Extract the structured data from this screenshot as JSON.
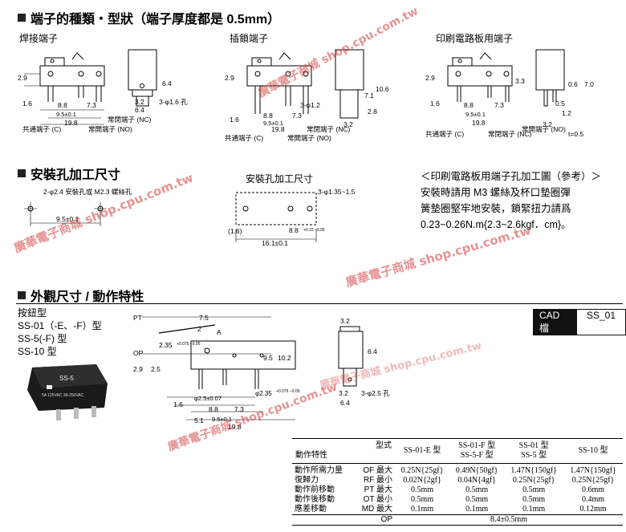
{
  "section1": {
    "title": "端子的種類・型狀（端子厚度都是 0.5mm）",
    "solder": {
      "label": "焊接端子",
      "d": {
        "a": "2.9",
        "b": "1.6",
        "c": "8.8",
        "d": "7.3",
        "e": "9.5±0.1",
        "f": "19.8",
        "g": "6.4",
        "h": "3.2",
        "i": "3-φ1.6 孔"
      },
      "com": "共通端子 (C)",
      "nc": "常閉端子 (NC)",
      "no": "常開端子 (NO)"
    },
    "quick": {
      "label": "插鎖端子",
      "d": {
        "a": "2.9",
        "b": "1.6",
        "c": "8.8",
        "d": "7.3",
        "e": "9.5±0.1",
        "f": "19.8",
        "g": "10.6",
        "h": "7.1",
        "i": "3-φ1.2",
        "j": "2.8",
        "k": "3.2"
      },
      "com": "共通端子 (C)",
      "nc": "常閉端子 (NC)",
      "no": "常開端子 (NO)"
    },
    "pcb": {
      "label": "印刷電路板用端子",
      "d": {
        "a": "2.9",
        "b": "1.6",
        "c": "8.8",
        "d": "7.3",
        "e": "9.5±0.1",
        "f": "19.8",
        "g": "3.3",
        "h": "0.6",
        "i": "7.0",
        "j": "0.5",
        "k": "1.2",
        "l": "3.2",
        "m": "t=0.5"
      },
      "com": "共通端子 (C)",
      "nc": "常閉端子 (NC)",
      "no": "常開端子 (NO)"
    }
  },
  "section2": {
    "title": "安裝孔加工尺寸",
    "left": {
      "hole": "2-φ2.4 安裝孔或 M2.3 螺絲孔",
      "pitch": "9.5±0.1"
    },
    "center": {
      "title": "安裝孔加工尺寸",
      "hole": "3-φ1.35~1.5",
      "a": "(1.6)",
      "b": "8.8",
      "btol": "+0.15 −0.05",
      "c": "16.1±0.1"
    },
    "right": {
      "title": "＜印刷電路板用端子孔加工圖（參考）＞",
      "lines": [
        "安裝時請用 M3 螺絲及杯口墊圈彈",
        "簧墊圈堅牢地安裝，鎖緊扭力請爲",
        "0.23~0.26N.m{2.3~2.6kgf．cm}。"
      ]
    }
  },
  "section3": {
    "title": "外觀尺寸 / 動作特性",
    "cad": {
      "key": "CAD 檔",
      "value": "SS_01"
    },
    "models": {
      "head": "按鈕型",
      "items": [
        "SS-01（-E、-F）型",
        "SS-5(-F) 型",
        "SS-10 型"
      ]
    },
    "photo": {
      "top": "SS-5",
      "line": "5A 125VAC  3A 250VAC"
    },
    "dims": {
      "pt": "PT",
      "op": "OP",
      "a": "7.5",
      "b": "2",
      "arrow": "A",
      "c": "2.35",
      "ctol": "+0.075 −0.05",
      "d": "2.9",
      "e": "2.5",
      "f": "9.5",
      "g": "10.2",
      "h": "φ2.5±0.07",
      "i": "φ2.35",
      "itol": "+0.075 −0.05",
      "j": "1.6",
      "k": "8.8",
      "l": "7.3",
      "m": "5.1",
      "n": "9.5±0.1",
      "o": "19.8",
      "p": "3.2",
      "q": "6.4",
      "r": "3.2",
      "s": "3-φ2.5 孔",
      "u": "6.4"
    }
  },
  "table": {
    "corner_top": "型式",
    "corner_bottom": "動作特性",
    "columns": [
      [
        "SS-01-E 型"
      ],
      [
        "SS-01-F 型",
        "SS-5-F 型"
      ],
      [
        "SS-01 型",
        "SS-5 型"
      ],
      [
        "SS-10 型"
      ]
    ],
    "rows": [
      {
        "name": "動作所需力量",
        "code": "OF 最大",
        "vals": [
          "0.25N{25gf}",
          "0.49N{50gf}",
          "1.47N{150gf}",
          "1.47N{150gf}"
        ]
      },
      {
        "name": "復歸力",
        "code": "RF 最小",
        "vals": [
          "0.02N{2gf}",
          "0.04N{4gf}",
          "0.25N{25gf}",
          "0.25N{25gf}"
        ]
      },
      {
        "name": "動作前移動",
        "code": "PT 最大",
        "vals": [
          "0.5mm",
          "0.5mm",
          "0.5mm",
          "0.6mm"
        ]
      },
      {
        "name": "動作後移動",
        "code": "OT 最小",
        "vals": [
          "0.5mm",
          "0.5mm",
          "0.5mm",
          "0.4mm"
        ]
      },
      {
        "name": "應差移動",
        "code": "MD 最大",
        "vals": [
          "0.1mm",
          "0.1mm",
          "0.1mm",
          "0.12mm"
        ]
      }
    ],
    "op": {
      "code": "OP",
      "val": "8.4±0.5mm"
    }
  },
  "watermarks": [
    "廣華電子商城 shop.cpu.com.tw",
    "廣華電子商城 shop.cpu.com.tw",
    "廣華電子商城 shop.cpu.com.tw",
    "廣華電子商城 shop.cpu.com.tw",
    "廣華電子商城 shop.cpu.com.tw"
  ]
}
